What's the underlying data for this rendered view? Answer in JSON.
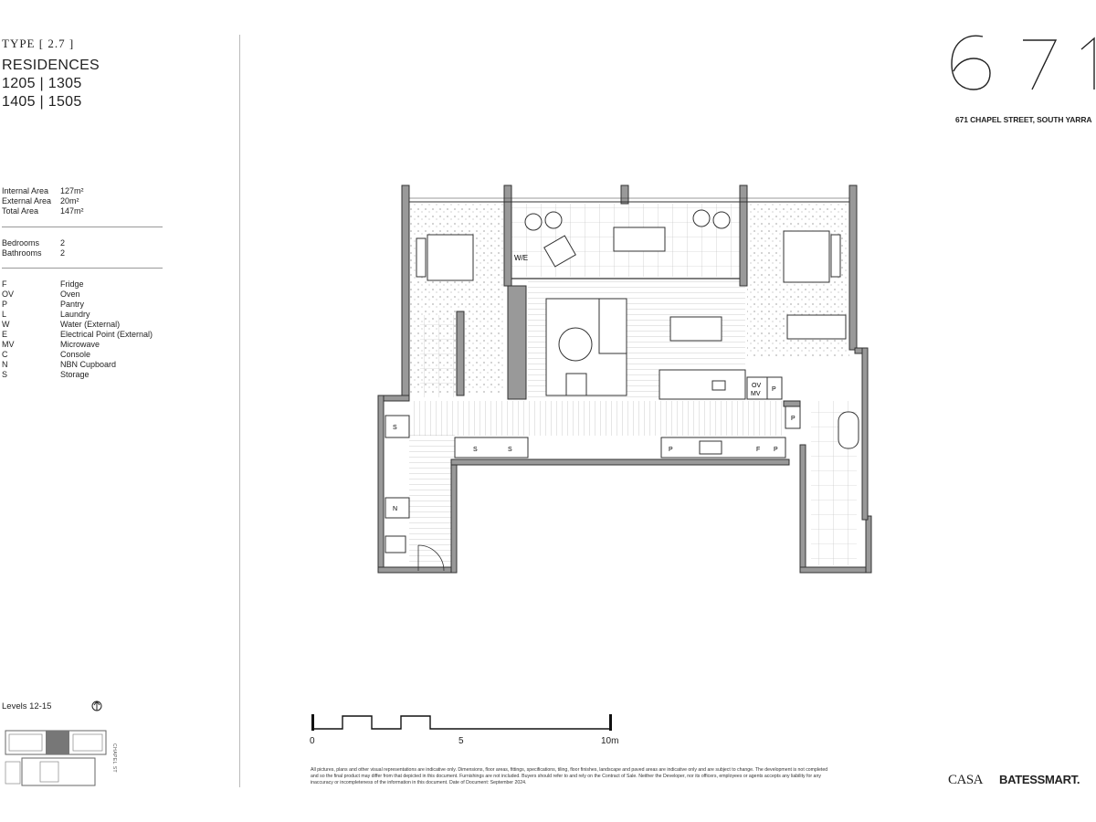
{
  "header": {
    "type_label": "TYPE [ 2.7 ]",
    "title": "RESIDENCES",
    "units_line1": "1205 | 1305",
    "units_line2": "1405 | 1505"
  },
  "areas": [
    {
      "label": "Internal Area",
      "value": "127m²"
    },
    {
      "label": "External Area",
      "value": "20m²"
    },
    {
      "label": "Total Area",
      "value": "147m²"
    }
  ],
  "rooms": [
    {
      "label": "Bedrooms",
      "value": "2"
    },
    {
      "label": "Bathrooms",
      "value": "2"
    }
  ],
  "legend": [
    {
      "code": "F",
      "meaning": "Fridge"
    },
    {
      "code": "OV",
      "meaning": "Oven"
    },
    {
      "code": "P",
      "meaning": "Pantry"
    },
    {
      "code": "L",
      "meaning": "Laundry"
    },
    {
      "code": "W",
      "meaning": "Water (External)"
    },
    {
      "code": "E",
      "meaning": "Electrical Point (External)"
    },
    {
      "code": "MV",
      "meaning": "Microwave"
    },
    {
      "code": "C",
      "meaning": "Console"
    },
    {
      "code": "N",
      "meaning": "NBN Cupboard"
    },
    {
      "code": "S",
      "meaning": "Storage"
    }
  ],
  "levels": "Levels 12-15",
  "keyplan_street": "CHAPEL ST",
  "logo_text": "671",
  "address": "671 CHAPEL STREET, SOUTH YARRA",
  "plan_labels": {
    "we": "W/E",
    "ov": "OV",
    "mv": "MV",
    "p": "P",
    "s": "S",
    "f": "F",
    "n": "N"
  },
  "scale": {
    "start": "0",
    "mid": "5",
    "end": "10m"
  },
  "disclaimer": "All pictures, plans and other visual representations are indicative only. Dimensions, floor areas, fittings, specifications, tiling, floor finishes, landscape and paved areas are indicative only and are subject to change. The development is not completed and so the final product may differ from that depicted in this document. Furnishings are not included. Buyers should refer to and rely on the Contract of Sale. Neither the Developer, nor its officers, employees or agents accepts any liability for any inaccuracy or incompleteness of the information in this document. Date of Document: September 2024.",
  "brands": {
    "casa": "CASA",
    "batessmart": "BATESSMART."
  }
}
